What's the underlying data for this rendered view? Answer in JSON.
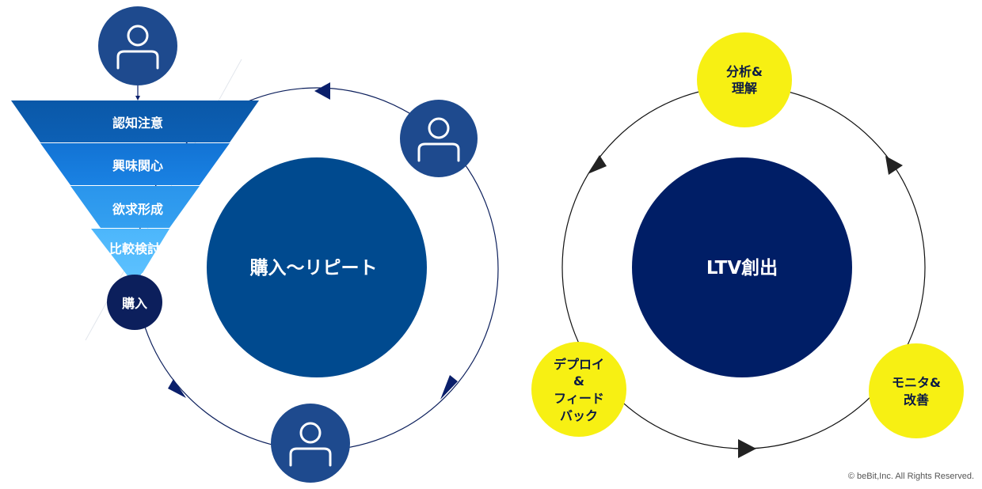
{
  "left_diagram": {
    "funnel": [
      "認知注意",
      "興味関心",
      "欲求形成",
      "比較検討"
    ],
    "purchase": "購入",
    "center": "購入〜リピート"
  },
  "right_diagram": {
    "center": "LTV創出",
    "nodes": {
      "analysis": [
        "分析&",
        "理解"
      ],
      "monitor": [
        "モニタ&",
        "改善"
      ],
      "deploy": [
        "デプロイ",
        "&",
        "フィード",
        "バック"
      ]
    }
  },
  "colors": {
    "left_center": "#004a8f",
    "right_center": "#001e66",
    "person_circle": "#1e4a8e",
    "node_yellow": "#f7f013",
    "arrow_left": "#0a1f6b",
    "arrow_right": "#222222"
  },
  "icons": [
    "person-icon"
  ],
  "copyright": "© beBit,Inc. All Rights Reserved."
}
